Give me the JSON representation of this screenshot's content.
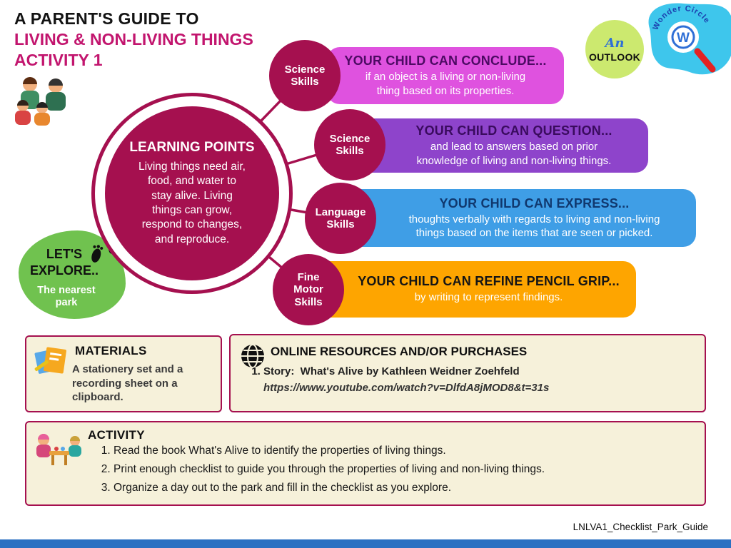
{
  "header": {
    "line1": "A PARENT'S GUIDE TO",
    "line2": "LIVING & NON-LIVING THINGS",
    "line3": "ACTIVITY 1"
  },
  "outlook_badge": {
    "word_top": "An",
    "word_bottom": "OUTLOOK"
  },
  "wonder_logo": {
    "circular_text": "Wonder Circle",
    "monogram": "W"
  },
  "learning_points": {
    "title": "LEARNING POINTS",
    "body": "Living things need air,\nfood, and water to\nstay alive. Living\nthings can grow,\nrespond to changes,\nand reproduce."
  },
  "explore": {
    "title": "LET'S\nEXPLORE..",
    "subtitle": "The nearest\npark"
  },
  "skills": [
    {
      "circle_label": "Science\nSkills",
      "heading": "YOUR CHILD CAN CONCLUDE...",
      "body": "if an object is a living or non-living\nthing based on its properties.",
      "bar_color": "#df52df",
      "heading_color": "#4d0a63"
    },
    {
      "circle_label": "Science\nSkills",
      "heading": "YOUR CHILD CAN QUESTION...",
      "body": "and lead to answers based on prior\nknowledge of living and non-living things.",
      "bar_color": "#8e44cb",
      "heading_color": "#3a0b5e"
    },
    {
      "circle_label": "Language\nSkills",
      "heading": "YOUR CHILD CAN EXPRESS...",
      "body": "thoughts verbally with regards to living and non-living\nthings based on the items that are seen or picked.",
      "bar_color": "#3f9ee6",
      "heading_color": "#10386e"
    },
    {
      "circle_label": "Fine\nMotor\nSkills",
      "heading": "YOUR CHILD CAN REFINE PENCIL GRIP...",
      "body": "by writing to represent findings.",
      "bar_color": "#fea500",
      "heading_color": "#151515"
    }
  ],
  "materials": {
    "title": "MATERIALS",
    "body": "A stationery set and a\nrecording sheet on a\nclipboard."
  },
  "online_resources": {
    "title": "ONLINE RESOURCES AND/OR PURCHASES",
    "items": [
      {
        "text": "Story:  What's Alive by Kathleen Weidner Zoehfeld",
        "link": "https://www.youtube.com/watch?v=DlfdA8jMOD8&t=31s"
      }
    ]
  },
  "activity": {
    "title": "ACTIVITY",
    "steps": [
      "Read the book What's Alive to identify the properties of living things.",
      "Print enough checklist to guide you through the properties of living and non-living things.",
      "Organize a day out to the park and fill in the checklist as you explore."
    ]
  },
  "footer": {
    "filename": "LNLVA1_Checklist_Park_Guide"
  },
  "colors": {
    "accent_magenta": "#a5104f",
    "title_magenta": "#c2156e",
    "explore_green": "#70c24f",
    "outlook_green": "#cce96f",
    "wonder_cyan": "#3ec6ec",
    "panel_cream": "#f6f1da",
    "bottom_bar_blue": "#2b70c2"
  }
}
